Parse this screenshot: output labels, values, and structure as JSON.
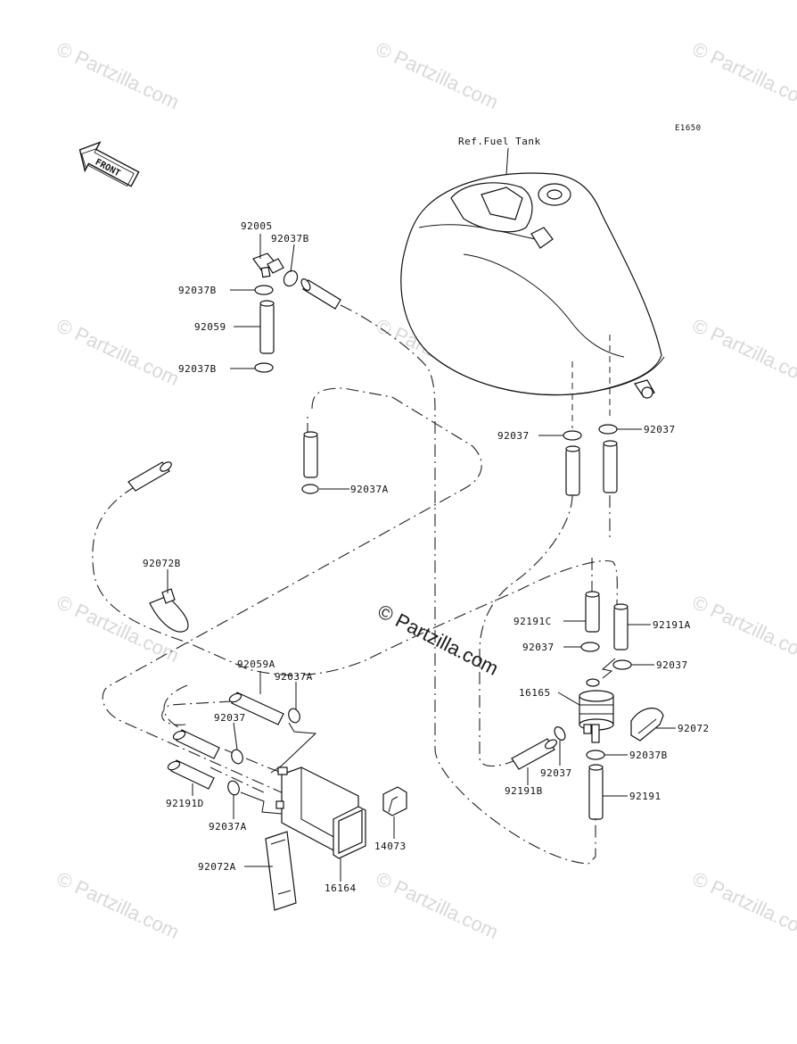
{
  "diagram_code": "E1650",
  "front_label": "FRONT",
  "ref_label": "Ref.Fuel Tank",
  "watermark_small": "© Partzilla.com",
  "watermark_big": "© Partzilla.com",
  "callouts": {
    "p92005": "92005",
    "p92037B_top": "92037B",
    "p92037B_left1": "92037B",
    "p92059": "92059",
    "p92037B_left2": "92037B",
    "p92037A_mid": "92037A",
    "p92037_tank_left": "92037",
    "p92037_tank_right": "92037",
    "p92072B": "92072B",
    "p92191C": "92191C",
    "p92191A": "92191A",
    "p92037_filter_left": "92037",
    "p92037_filter_right": "92037",
    "p16165": "16165",
    "p92072": "92072",
    "p92037B_filter": "92037B",
    "p92037_filter_bottom": "92037",
    "p92191B": "92191B",
    "p92191": "92191",
    "p92059A": "92059A",
    "p92037A_canister": "92037A",
    "p92037_canister": "92037",
    "p92191D": "92191D",
    "p92037A_canister2": "92037A",
    "p14073": "14073",
    "p92072A": "92072A",
    "p16164": "16164"
  }
}
